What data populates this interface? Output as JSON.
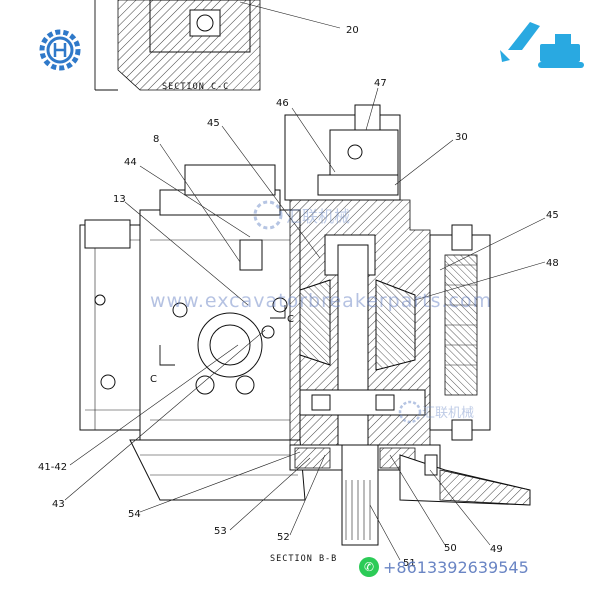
{
  "diagram": {
    "section_labels": {
      "top": "SECTION C-C",
      "bottom": "SECTION B-B"
    },
    "part_callouts": [
      "20",
      "47",
      "46",
      "30",
      "45",
      "8",
      "44",
      "13",
      "45",
      "48",
      "41-42",
      "43",
      "54",
      "53",
      "52",
      "51",
      "50",
      "49"
    ],
    "section_markers": [
      "C",
      "C"
    ]
  },
  "watermark": {
    "url_text": "www.excavatorbreakerparts.com",
    "logo_text": "汇联机械"
  },
  "contact": {
    "phone": "+8613392639545",
    "icon": "whatsapp-icon"
  },
  "brand": {
    "logo_icon": "company-gear-logo-icon",
    "excavator_icon": "excavator-icon",
    "accent_blue": "#2f79c9",
    "excavator_blue": "#29a9e1"
  }
}
